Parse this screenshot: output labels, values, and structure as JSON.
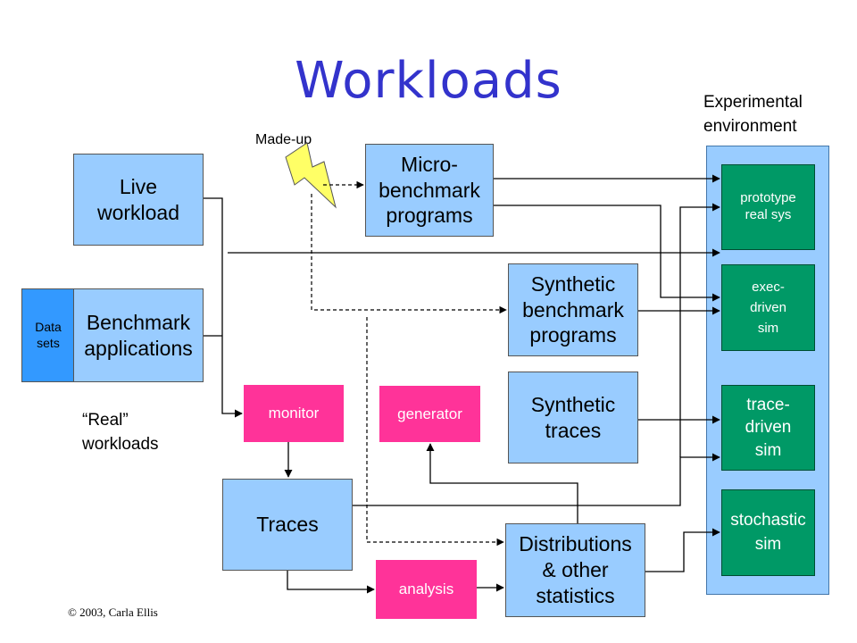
{
  "slide": {
    "title": "Workloads",
    "experimental_label": "Experimental\nenvironment",
    "made_up_label": "Made-up",
    "real_workloads_label": "“Real”\nworkloads",
    "copyright": "© 2003, Carla Ellis"
  },
  "boxes": {
    "live_workload": "Live\nworkload",
    "data_sets": "Data\nsets",
    "benchmark_apps": "Benchmark\napplications",
    "micro_benchmark": "Micro-\nbenchmark\nprograms",
    "synthetic_benchmark": "Synthetic\nbenchmark\nprograms",
    "synthetic_traces": "Synthetic\ntraces",
    "monitor": "monitor",
    "generator": "generator",
    "traces": "Traces",
    "analysis": "analysis",
    "distributions": "Distributions\n& other\nstatistics"
  },
  "environment": {
    "prototype": "prototype\nreal sys",
    "exec_driven": "exec-\ndriven\nsim",
    "trace_driven": "trace-\ndriven\nsim",
    "stochastic": "stochastic\nsim"
  },
  "colors": {
    "title": "#3333cc",
    "workload_box": "#99ccff",
    "process_box": "#ff3399",
    "env_box": "#009966",
    "data_sets_box": "#3399ff",
    "lightning": "#ffff66"
  }
}
